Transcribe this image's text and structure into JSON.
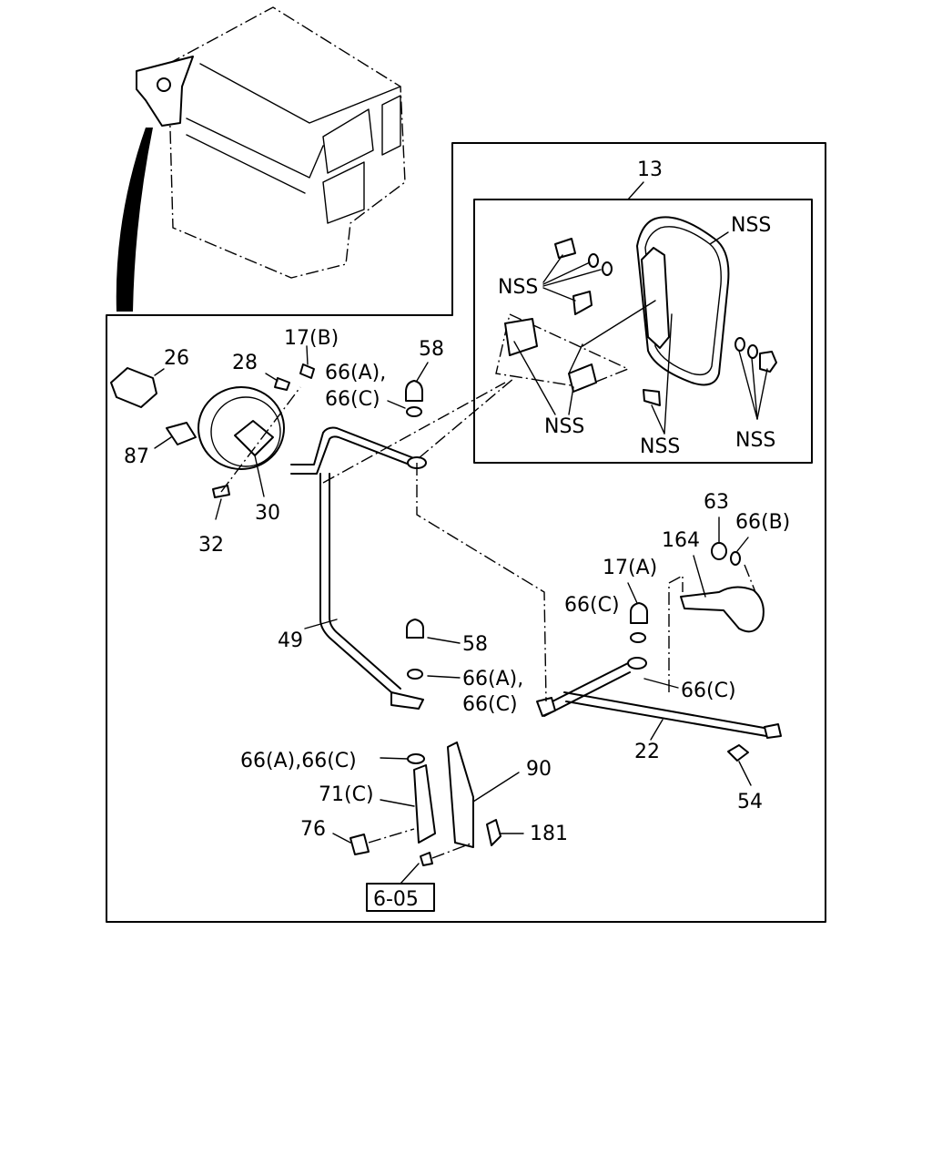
{
  "callouts": {
    "c13": "13",
    "nss1": "NSS",
    "nss2": "NSS",
    "nss3": "NSS",
    "nss4": "NSS",
    "nss5": "NSS",
    "c26": "26",
    "c28": "28",
    "c17b": "17(B)",
    "c66a_1": "66(A),",
    "c66c_1": "66(C)",
    "c58_1": "58",
    "c87": "87",
    "c30": "30",
    "c32": "32",
    "c49": "49",
    "c58_2": "58",
    "c66a_2": "66(A),",
    "c66c_2": "66(C)",
    "c63": "63",
    "c66b": "66(B)",
    "c164": "164",
    "c17a": "17(A)",
    "c66c_3": "66(C)",
    "c66c_4": "66(C)",
    "c22": "22",
    "c54": "54",
    "c66ac": "66(A),66(C)",
    "c90": "90",
    "c71c": "71(C)",
    "c76": "76",
    "c181": "181",
    "ref": "6-05"
  }
}
